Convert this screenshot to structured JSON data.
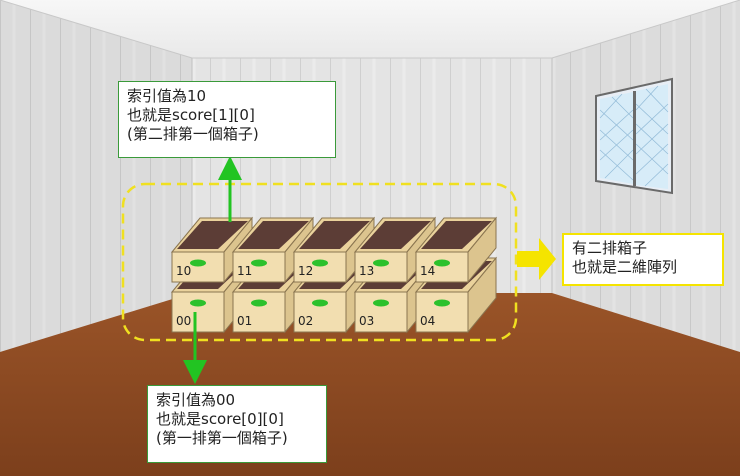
{
  "top_callout": {
    "line1": "索引值為10",
    "line2": "也就是score[1][0]",
    "line3": "(第二排第一個箱子)"
  },
  "bottom_callout": {
    "line1": "索引值為00",
    "line2": "也就是score[0][0]",
    "line3": "(第一排第一個箱子)"
  },
  "right_callout": {
    "line1": "有二排箱子",
    "line2": "也就是二維陣列"
  },
  "boxes": {
    "top_row": [
      "10",
      "11",
      "12",
      "13",
      "14"
    ],
    "bottom_row": [
      "00",
      "01",
      "02",
      "03",
      "04"
    ]
  },
  "colors": {
    "arrow_green": "#22c422",
    "arrow_yellow": "#f5e400",
    "highlight_dash": "#f0e020",
    "box_front": "#f2deb0",
    "box_lid": "#5c3d36",
    "floor": "#8b4a22"
  }
}
